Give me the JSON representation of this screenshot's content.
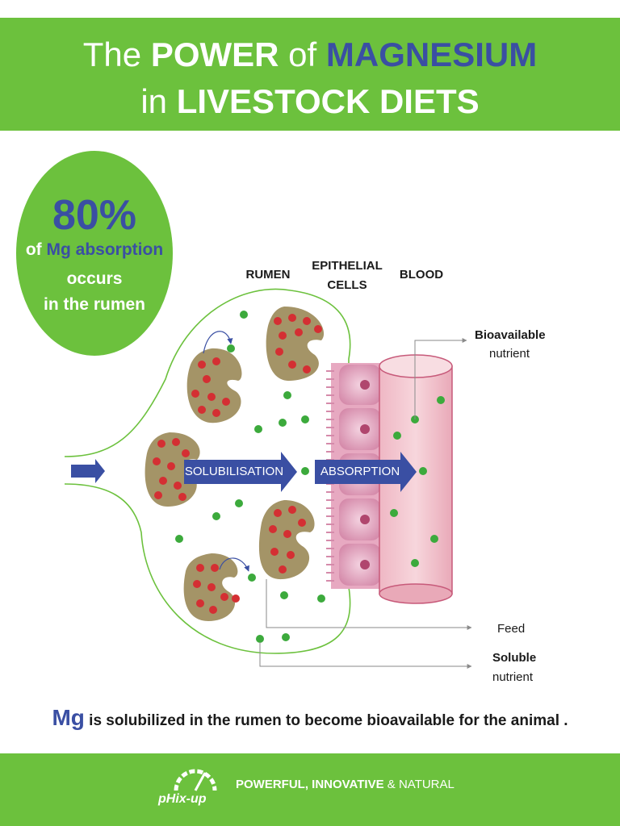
{
  "header": {
    "title_line1": [
      "The ",
      "POWER",
      " of ",
      "MAGNESIUM"
    ],
    "title_line2": [
      "in ",
      "LIVESTOCK DIETS"
    ]
  },
  "stat": {
    "value": "80%",
    "line1": [
      "of ",
      "Mg absorption"
    ],
    "line2": "occurs",
    "line3": "in the rumen"
  },
  "diagram": {
    "column_labels": {
      "rumen": "RUMEN",
      "epithelial": [
        "EPITHELIAL",
        "CELLS"
      ],
      "blood": "BLOOD"
    },
    "arrows": {
      "solubilisation": "SOLUBILISATION",
      "absorption": "ABSORPTION"
    },
    "legend": {
      "bioavailable": [
        "Bioavailable",
        "nutrient"
      ],
      "feed": "Feed",
      "soluble": [
        "Soluble",
        "nutrient"
      ]
    },
    "colors": {
      "feed": "#a49467",
      "mg_feed_dot": "#d42f33",
      "soluble_dot": "#3caa3c",
      "arrow": "#3a4fa3",
      "cells": "#d58aaa",
      "blood": "#f2c6cf",
      "outline": "#6cc13d"
    }
  },
  "caption": {
    "mg": "Mg",
    "text": " is solubilized in the rumen to become bioavailable for the animal ."
  },
  "footer": {
    "logo": "pHix-up",
    "tagline": [
      "POWERFUL, INNOVATIVE",
      " & NATURAL"
    ]
  },
  "brand_colors": {
    "green": "#6cc13d",
    "blue": "#3a4fa3"
  }
}
